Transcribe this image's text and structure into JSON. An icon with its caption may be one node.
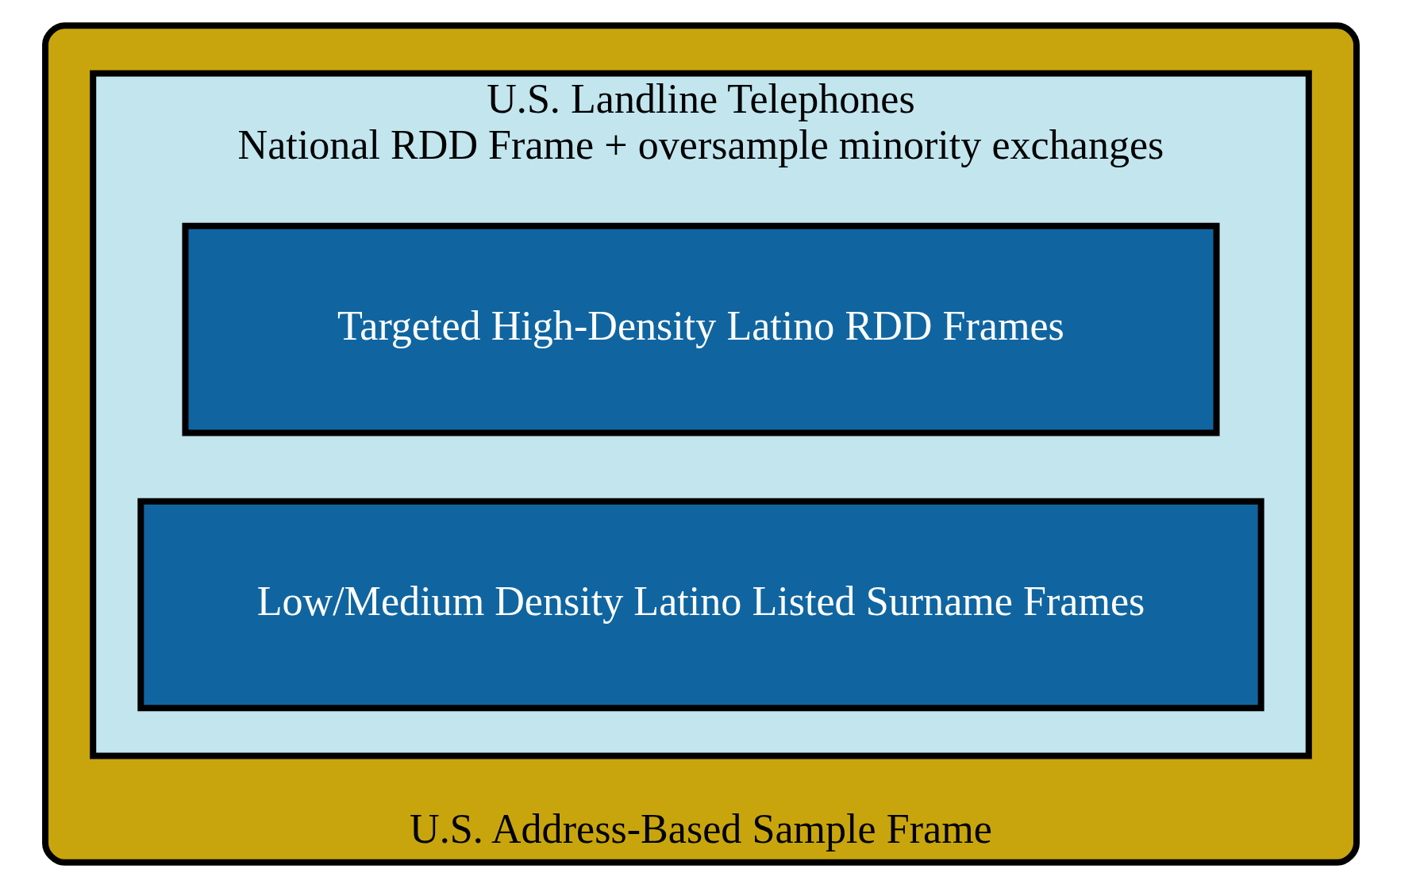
{
  "diagram": {
    "nodes": [
      {
        "text": [
          "U.S. Address-Based Sample Frame"
        ]
      },
      {
        "text": [
          "U.S. Landline Telephones",
          "National RDD Frame + oversample minority exchanges"
        ],
        "in": 0
      },
      {
        "text": [
          "Targeted High-Density Latino RDD Frames"
        ],
        "in": 1
      },
      {
        "text": [
          "Low/Medium Density Latino Listed Surname Frames"
        ],
        "in": 1
      }
    ]
  }
}
